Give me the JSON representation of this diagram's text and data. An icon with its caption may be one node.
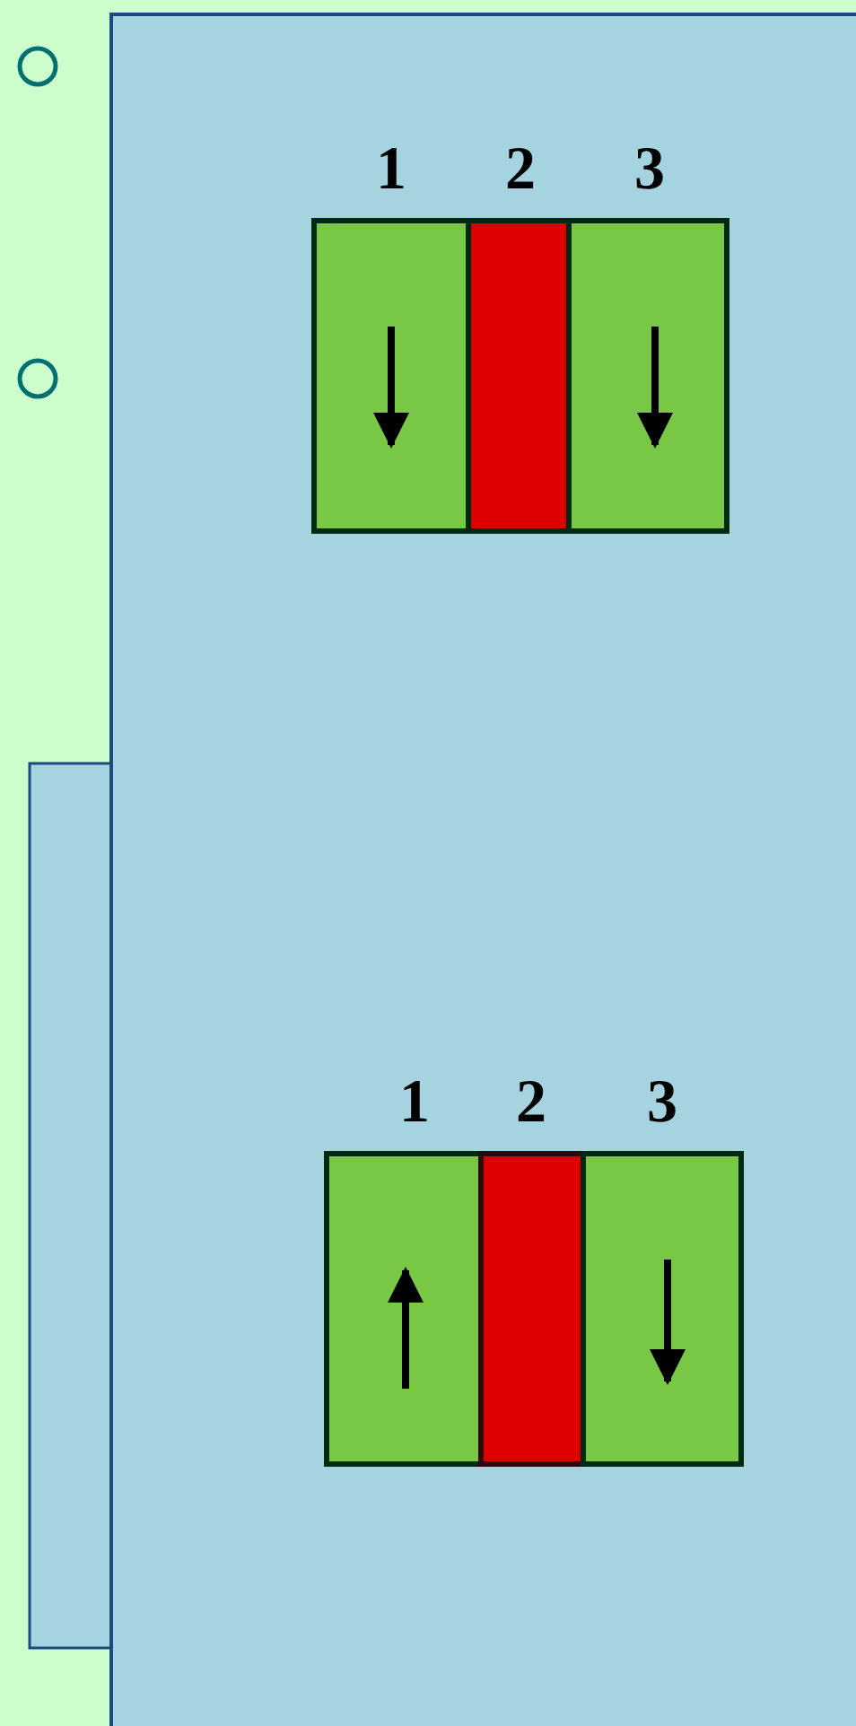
{
  "diagram": {
    "labels": [
      "1",
      "2",
      "3",
      "1",
      "2",
      "3"
    ]
  }
}
